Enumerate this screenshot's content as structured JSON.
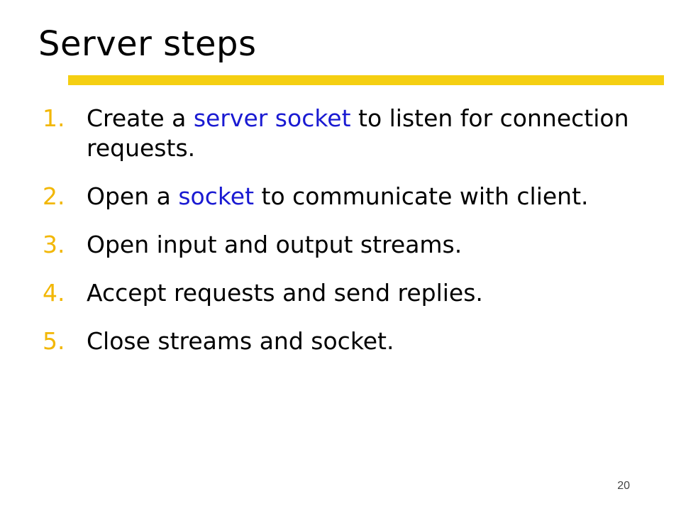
{
  "slide": {
    "title": "Server steps",
    "page_number": "20",
    "colors": {
      "accent_bar": "#f5cf12",
      "number": "#f2b705",
      "highlight": "#1a1ad2",
      "text": "#000000"
    }
  },
  "steps": [
    {
      "num": "1.",
      "pre": "Create a ",
      "highlight": "server socket",
      "post": " to listen for connection requests."
    },
    {
      "num": "2.",
      "pre": "Open a ",
      "highlight": "socket",
      "post": " to communicate with client."
    },
    {
      "num": "3.",
      "text": "Open input and output streams."
    },
    {
      "num": "4.",
      "text": "Accept requests and send replies."
    },
    {
      "num": "5.",
      "text": "Close streams and socket."
    }
  ]
}
